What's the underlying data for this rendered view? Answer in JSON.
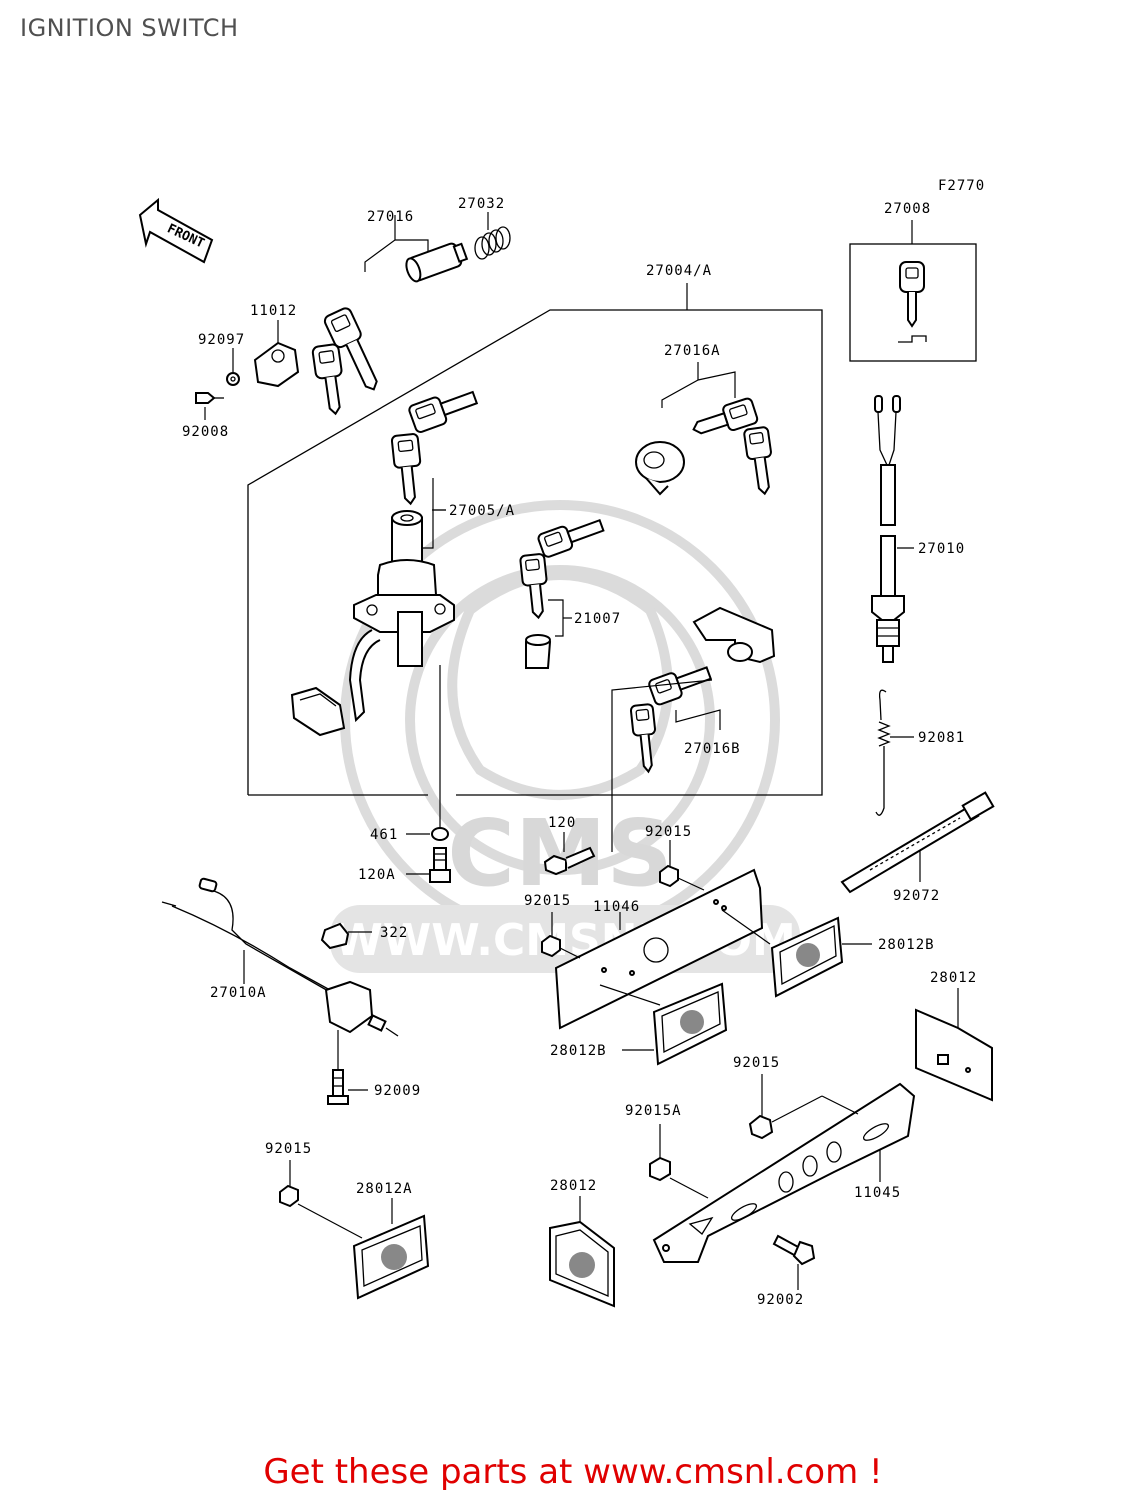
{
  "title": "IGNITION SWITCH",
  "figure_code": "F2770",
  "front_marker": "FRONT",
  "watermark": {
    "logo": "CMS",
    "url": "WWW.CMSNL.COM"
  },
  "footer": "Get these parts at www.cmsnl.com !",
  "parts": [
    {
      "id": "p27016",
      "label": "27016"
    },
    {
      "id": "p27032",
      "label": "27032"
    },
    {
      "id": "p27008",
      "label": "27008"
    },
    {
      "id": "p27004A",
      "label": "27004/A"
    },
    {
      "id": "p11012",
      "label": "11012"
    },
    {
      "id": "p92097",
      "label": "92097"
    },
    {
      "id": "p92008",
      "label": "92008"
    },
    {
      "id": "p27016A",
      "label": "27016A"
    },
    {
      "id": "p27005A",
      "label": "27005/A"
    },
    {
      "id": "p21007",
      "label": "21007"
    },
    {
      "id": "p27010",
      "label": "27010"
    },
    {
      "id": "p27016B",
      "label": "27016B"
    },
    {
      "id": "p92081",
      "label": "92081"
    },
    {
      "id": "p461",
      "label": "461"
    },
    {
      "id": "p120",
      "label": "120"
    },
    {
      "id": "p92015a",
      "label": "92015"
    },
    {
      "id": "p120A",
      "label": "120A"
    },
    {
      "id": "p92072",
      "label": "92072"
    },
    {
      "id": "p92015b",
      "label": "92015"
    },
    {
      "id": "p11046",
      "label": "11046"
    },
    {
      "id": "p322",
      "label": "322"
    },
    {
      "id": "p28012B1",
      "label": "28012B"
    },
    {
      "id": "p27010A",
      "label": "27010A"
    },
    {
      "id": "p28012a",
      "label": "28012"
    },
    {
      "id": "p28012B2",
      "label": "28012B"
    },
    {
      "id": "p92015c",
      "label": "92015"
    },
    {
      "id": "p92009",
      "label": "92009"
    },
    {
      "id": "p92015A",
      "label": "92015A"
    },
    {
      "id": "p92015d",
      "label": "92015"
    },
    {
      "id": "p28012A",
      "label": "28012A"
    },
    {
      "id": "p28012b",
      "label": "28012"
    },
    {
      "id": "p11045",
      "label": "11045"
    },
    {
      "id": "p92002",
      "label": "92002"
    }
  ]
}
